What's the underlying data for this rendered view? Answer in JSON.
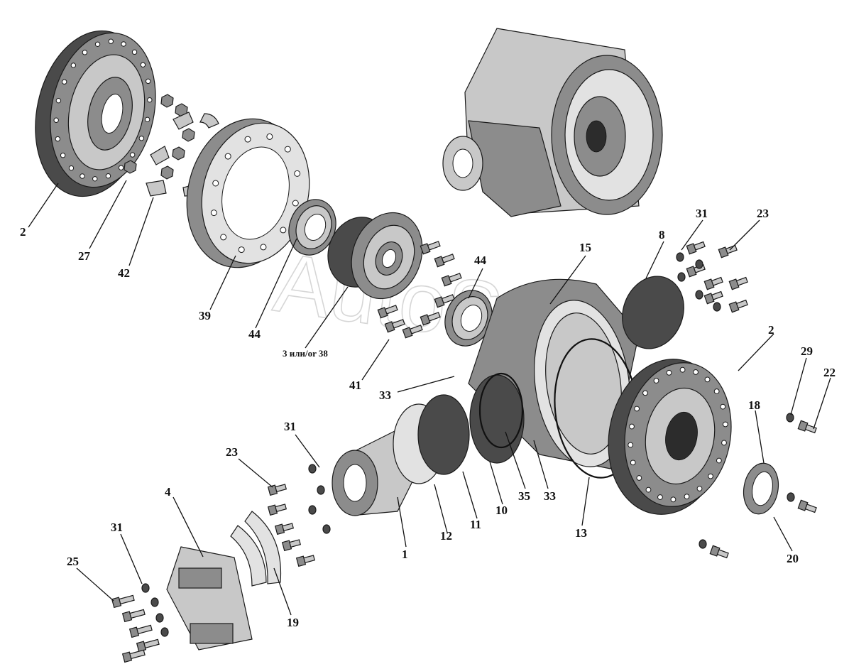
{
  "diagram": {
    "watermark": "AutoSoft",
    "callouts": [
      {
        "id": "c-2a",
        "text": "2"
      },
      {
        "id": "c-27",
        "text": "27"
      },
      {
        "id": "c-42",
        "text": "42"
      },
      {
        "id": "c-39",
        "text": "39"
      },
      {
        "id": "c-44a",
        "text": "44"
      },
      {
        "id": "c-38",
        "text": "3 или/or 38"
      },
      {
        "id": "c-41",
        "text": "41"
      },
      {
        "id": "c-44b",
        "text": "44"
      },
      {
        "id": "c-15",
        "text": "15"
      },
      {
        "id": "c-8",
        "text": "8"
      },
      {
        "id": "c-31a",
        "text": "31"
      },
      {
        "id": "c-23a",
        "text": "23"
      },
      {
        "id": "c-2b",
        "text": "2"
      },
      {
        "id": "c-29",
        "text": "29"
      },
      {
        "id": "c-22",
        "text": "22"
      },
      {
        "id": "c-18",
        "text": "18"
      },
      {
        "id": "c-20",
        "text": "20"
      },
      {
        "id": "c-13",
        "text": "13"
      },
      {
        "id": "c-33a",
        "text": "33"
      },
      {
        "id": "c-33b",
        "text": "33"
      },
      {
        "id": "c-35",
        "text": "35"
      },
      {
        "id": "c-10",
        "text": "10"
      },
      {
        "id": "c-11",
        "text": "11"
      },
      {
        "id": "c-12",
        "text": "12"
      },
      {
        "id": "c-1",
        "text": "1"
      },
      {
        "id": "c-31b",
        "text": "31"
      },
      {
        "id": "c-23b",
        "text": "23"
      },
      {
        "id": "c-4",
        "text": "4"
      },
      {
        "id": "c-31c",
        "text": "31"
      },
      {
        "id": "c-25",
        "text": "25"
      },
      {
        "id": "c-19",
        "text": "19"
      }
    ]
  }
}
